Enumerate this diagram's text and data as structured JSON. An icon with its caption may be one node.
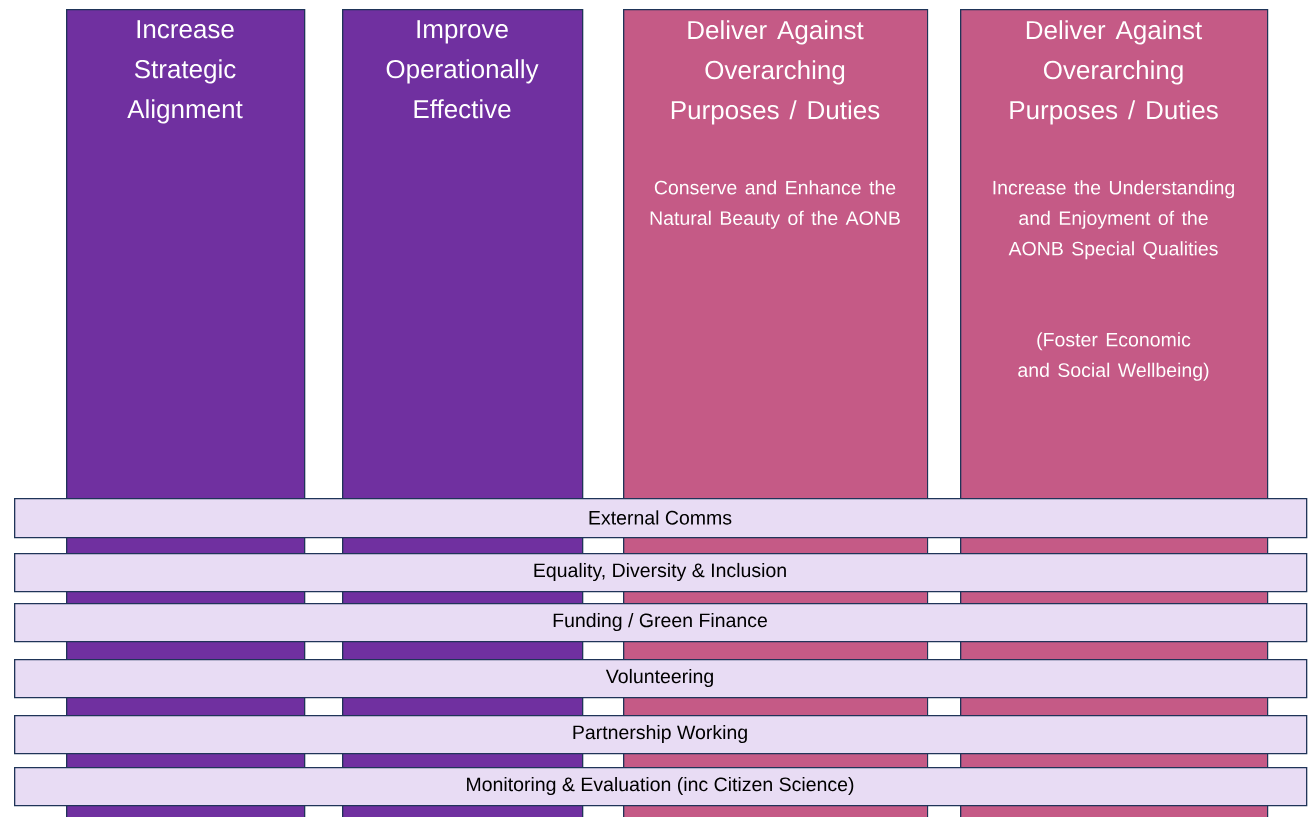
{
  "diagram": {
    "nodes": [
      {
        "text": [
          "Increase Strategic Alignment"
        ]
      },
      {
        "text": [
          "Improve Operationally Effective"
        ]
      },
      {
        "text": [
          "Deliver Against Overarching Purposes / Duties",
          "Conserve and Enhance the Natural Beauty of the AONB"
        ]
      },
      {
        "text": [
          "Deliver Against Overarching Purposes / Duties",
          "Increase the Understanding and Enjoyment of the AONB Special Qualities",
          "(Foster Economic and Social Wellbeing)"
        ]
      },
      {
        "text": [
          "External Comms"
        ]
      },
      {
        "text": [
          "Equality, Diversity & Inclusion"
        ]
      },
      {
        "text": [
          "Funding / Green Finance"
        ]
      },
      {
        "text": [
          "Volunteering"
        ]
      },
      {
        "text": [
          "Partnership Working"
        ]
      },
      {
        "text": [
          "Monitoring & Evaluation (inc Citizen Science)"
        ]
      }
    ]
  }
}
